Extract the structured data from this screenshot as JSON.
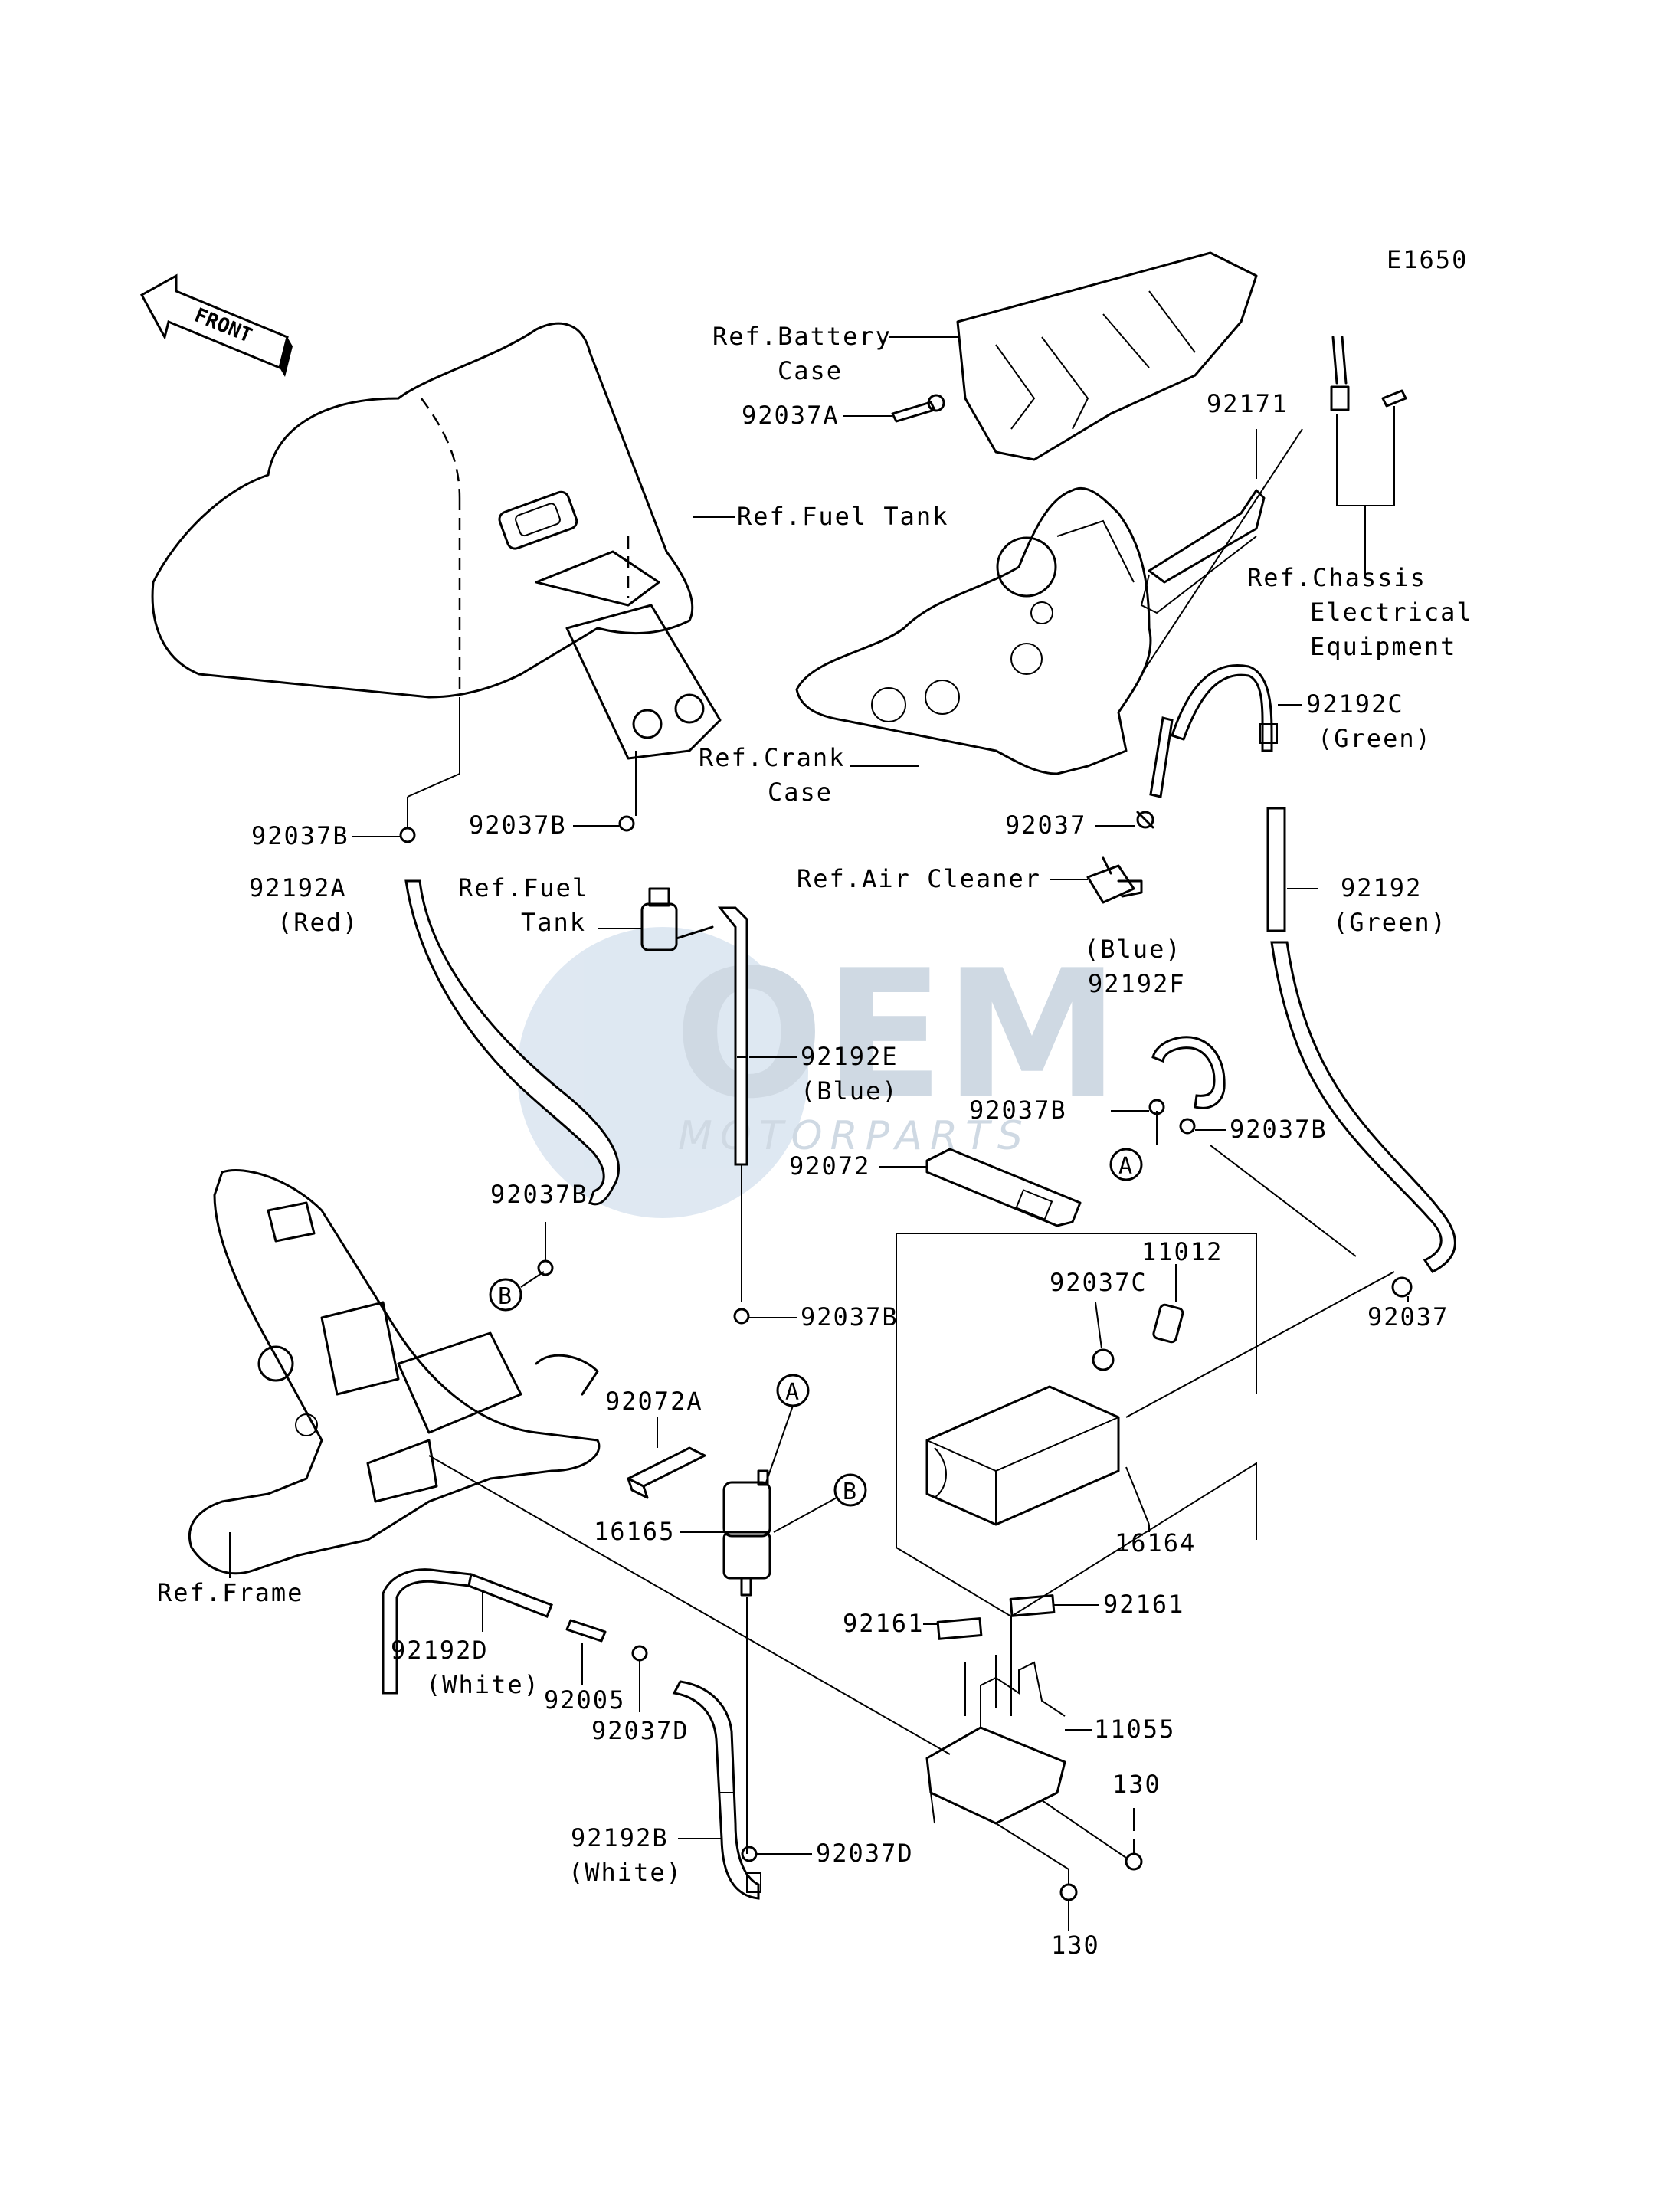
{
  "diagram_id": "E1650",
  "front_label": "FRONT",
  "watermark": {
    "brand": "OEM",
    "sub": "MOTORPARTS"
  },
  "labels": {
    "battery_case_1": "Ref.Battery",
    "battery_case_2": "Case",
    "p92037A": "92037A",
    "p92171": "92171",
    "fuel_tank_ref": "Ref.Fuel Tank",
    "chassis_1": "Ref.Chassis",
    "chassis_2": "Electrical",
    "chassis_3": "Equipment",
    "p92192C": "92192C",
    "p92192C_color": "(Green)",
    "crank_1": "Ref.Crank",
    "crank_2": "Case",
    "p92037_top": "92037",
    "air_cleaner": "Ref.Air Cleaner",
    "p92037B_1": "92037B",
    "p92037B_2": "92037B",
    "p92192A": "92192A",
    "p92192A_color": "(Red)",
    "fuel_tank2_1": "Ref.Fuel",
    "fuel_tank2_2": "Tank",
    "p92192_green": "92192",
    "p92192_green_color": "(Green)",
    "p92192F_color": "(Blue)",
    "p92192F": "92192F",
    "p92192E": "92192E",
    "p92192E_color": "(Blue)",
    "p92037B_3": "92037B",
    "p92037B_4": "92037B",
    "p92072": "92072",
    "p92037B_5": "92037B",
    "p11012": "11012",
    "p92037C": "92037C",
    "p92037B_6": "92037B",
    "p92037_right": "92037",
    "p92072A": "92072A",
    "p16165": "16165",
    "p16164": "16164",
    "frame_ref": "Ref.Frame",
    "p92161_a": "92161",
    "p92161_b": "92161",
    "p92192D": "92192D",
    "p92192D_color": "(White)",
    "p92005": "92005",
    "p92037D_1": "92037D",
    "p11055": "11055",
    "p130_a": "130",
    "p92192B": "92192B",
    "p92192B_color": "(White)",
    "p92037D_2": "92037D",
    "p130_b": "130",
    "callout_A1": "A",
    "callout_A2": "A",
    "callout_B1": "B",
    "callout_B2": "B"
  }
}
